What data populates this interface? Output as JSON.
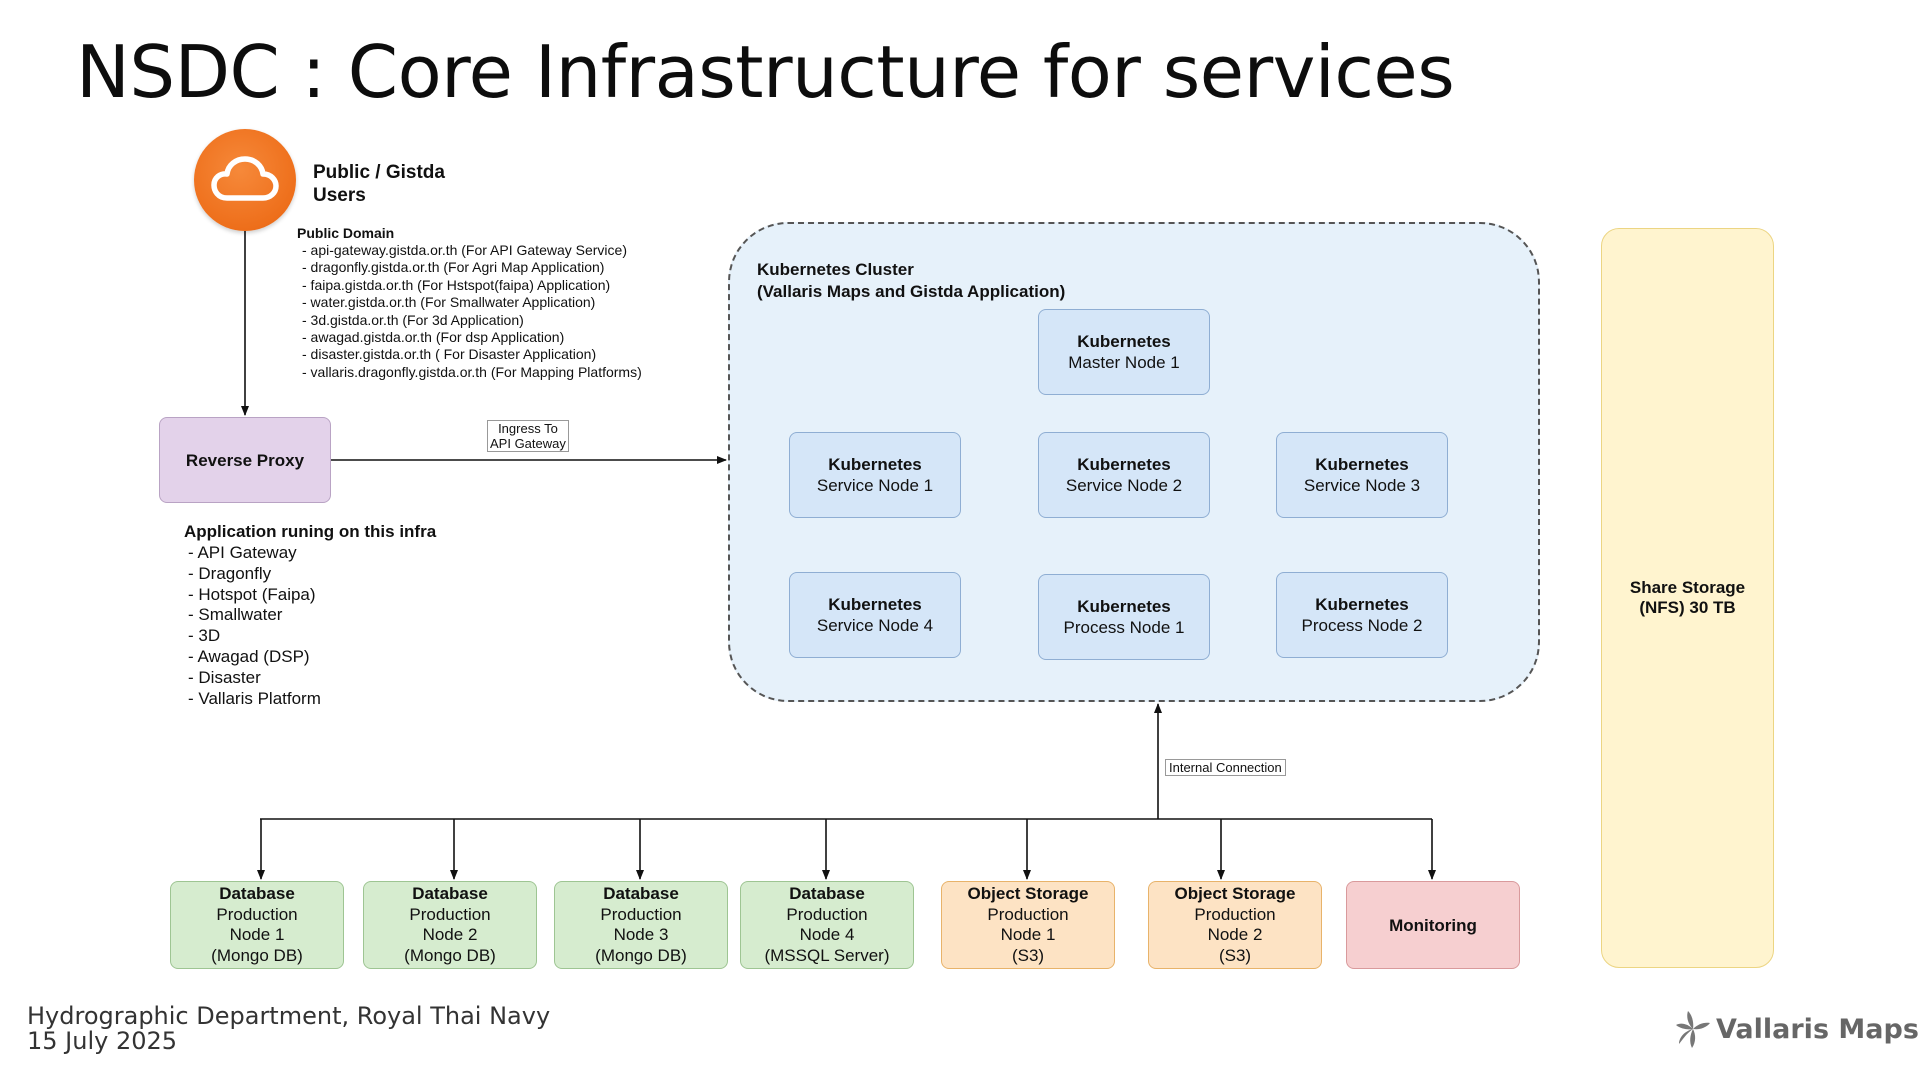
{
  "title": "NSDC : Core Infrastructure for services",
  "users": {
    "line1": "Public / Gistda",
    "line2": "Users",
    "icon": "cloud-icon",
    "color": "#ee6f1b"
  },
  "public_domain": {
    "title": "Public Domain",
    "items": [
      "- api-gateway.gistda.or.th (For API Gateway Service)",
      "- dragonfly.gistda.or.th (For Agri Map Application)",
      "- faipa.gistda.or.th (For Hstspot(faipa) Application)",
      "- water.gistda.or.th (For Smallwater Application)",
      "- 3d.gistda.or.th (For 3d Application)",
      "- awagad.gistda.or.th (For dsp Application)",
      "- disaster.gistda.or.th ( For Disaster Application)",
      "- vallaris.dragonfly.gistda.or.th (For Mapping Platforms)"
    ]
  },
  "reverse_proxy": "Reverse Proxy",
  "ingress": {
    "line1": "Ingress To",
    "line2": "API Gateway"
  },
  "applications": {
    "title": "Application runing on this infra",
    "items": [
      "- API Gateway",
      "- Dragonfly",
      "- Hotspot (Faipa)",
      "- Smallwater",
      "- 3D",
      "- Awagad (DSP)",
      "- Disaster",
      "- Vallaris Platform"
    ]
  },
  "cluster": {
    "title1": "Kubernetes Cluster",
    "title2": "(Vallaris Maps and Gistda Application)",
    "nodes": [
      {
        "b": "Kubernetes",
        "t": "Master Node 1"
      },
      {
        "b": "Kubernetes",
        "t": "Service Node 1"
      },
      {
        "b": "Kubernetes",
        "t": "Service Node 2"
      },
      {
        "b": "Kubernetes",
        "t": "Service Node 3"
      },
      {
        "b": "Kubernetes",
        "t": "Service Node 4"
      },
      {
        "b": "Kubernetes",
        "t": "Process Node 1"
      },
      {
        "b": "Kubernetes",
        "t": "Process Node 2"
      }
    ]
  },
  "internal_connection": "Internal Connection",
  "bottom": [
    {
      "b": "Database",
      "l1": "Production",
      "l2": "Node 1",
      "l3": "(Mongo DB)"
    },
    {
      "b": "Database",
      "l1": "Production",
      "l2": "Node 2",
      "l3": "(Mongo DB)"
    },
    {
      "b": "Database",
      "l1": "Production",
      "l2": "Node 3",
      "l3": "(Mongo DB)"
    },
    {
      "b": "Database",
      "l1": "Production",
      "l2": "Node 4",
      "l3": "(MSSQL Server)"
    },
    {
      "b": "Object Storage",
      "l1": "Production",
      "l2": "Node 1",
      "l3": "(S3)"
    },
    {
      "b": "Object Storage",
      "l1": "Production",
      "l2": "Node 2",
      "l3": "(S3)"
    }
  ],
  "monitoring": "Monitoring",
  "storage": {
    "line1": "Share Storage",
    "line2": "(NFS) 30 TB"
  },
  "footer": {
    "line1": "Hydrographic Department, Royal Thai Navy",
    "line2": "15 July 2025"
  },
  "logo": {
    "text": "Vallaris Maps",
    "icon": "vallaris-logo-icon"
  }
}
